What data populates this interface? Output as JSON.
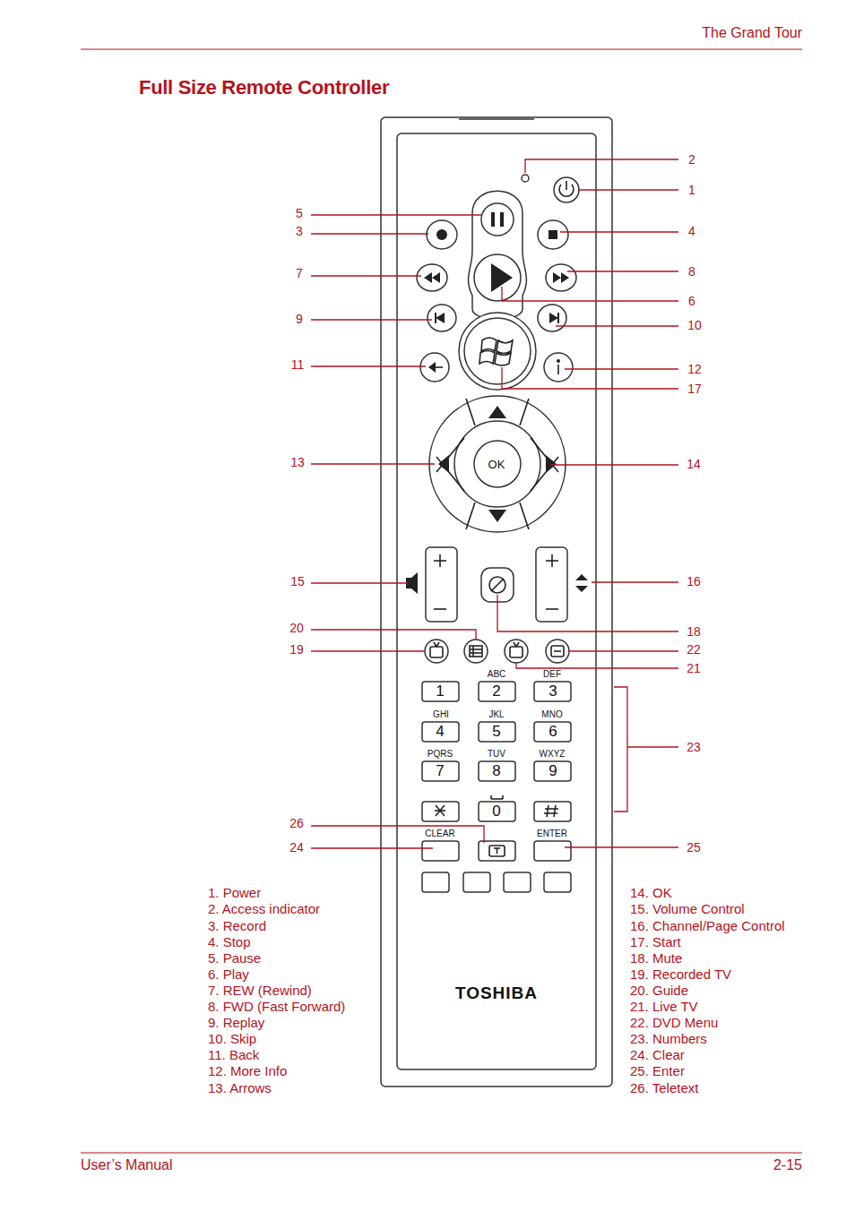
{
  "diagram": {
    "title": "Full Size Remote Controller",
    "labels": [
      "The Grand Tour",
      "2",
      "1",
      "5",
      "3",
      "4",
      "7",
      "8",
      "6",
      "9",
      "10",
      "11",
      "12",
      "17",
      "13",
      "14",
      "15",
      "16",
      "20",
      "18",
      "19",
      "22",
      "21",
      "23",
      "26",
      "24",
      "25",
      "OK",
      "ABC",
      "DEF",
      "1",
      "2",
      "3",
      "GHI",
      "JKL",
      "MNO",
      "4",
      "5",
      "6",
      "PQRS",
      "TUV",
      "WXYZ",
      "7",
      "8",
      "9",
      "0",
      "CLEAR",
      "ENTER",
      "TOSHIBA",
      "1. Power",
      "2. Access indicator",
      "3. Record",
      "4. Stop",
      "5. Pause",
      "6. Play",
      "7. REW (Rewind)",
      "8. FWD (Fast Forward)",
      "9. Replay",
      "10. Skip",
      "11. Back",
      "12. More Info",
      "13. Arrows",
      "14. OK",
      "15. Volume Control",
      "16. Channel/Page Control",
      "17. Start",
      "18. Mute",
      "19. Recorded TV",
      "20. Guide",
      "21. Live TV",
      "22. DVD Menu",
      "23. Numbers",
      "24. Clear",
      "25. Enter",
      "26. Teletext",
      "User’s Manual",
      "2-15"
    ]
  }
}
